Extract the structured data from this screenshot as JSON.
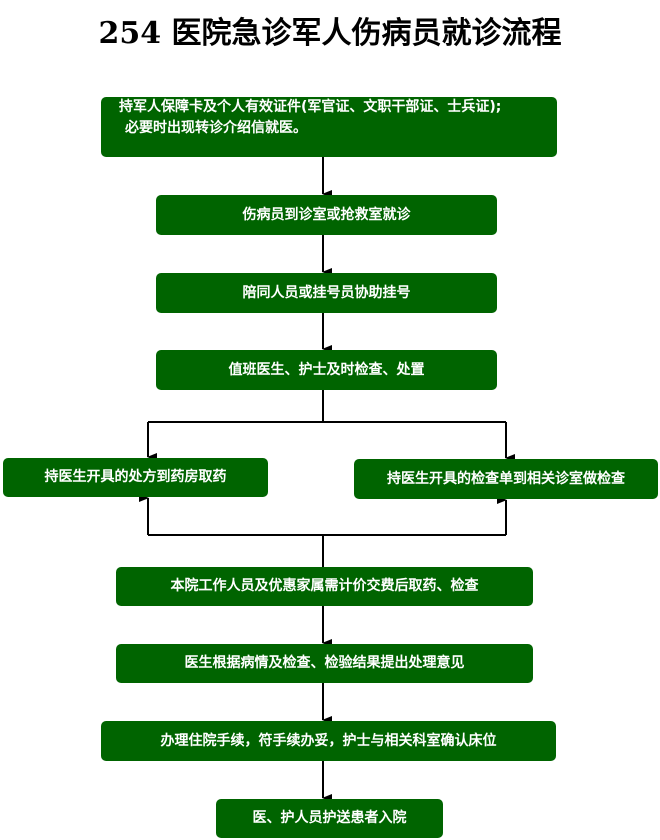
{
  "title": "254 医院急诊军人伤病员就诊流程",
  "colors": {
    "box": "#006400",
    "text": "#ffffff",
    "connector": "#000000"
  },
  "steps": {
    "s1_line1": "持军人保障卡及个人有效证件(军官证、文职干部证、士兵证);",
    "s1_line2": "必要时出现转诊介绍信就医。",
    "s2": "伤病员到诊室或抢救室就诊",
    "s3": "陪同人员或挂号员协助挂号",
    "s4": "值班医生、护士及时检查、处置",
    "branch_left": "持医生开具的处方到药房取药",
    "branch_right": "持医生开具的检查单到相关诊室做检查",
    "s5": "本院工作人员及优惠家属需计价交费后取药、检查",
    "s6": "医生根据病情及检查、检验结果提出处理意见",
    "s7": "办理住院手续，符手续办妥，护士与相关科室确认床位",
    "s8": "医、护人员护送患者入院"
  }
}
